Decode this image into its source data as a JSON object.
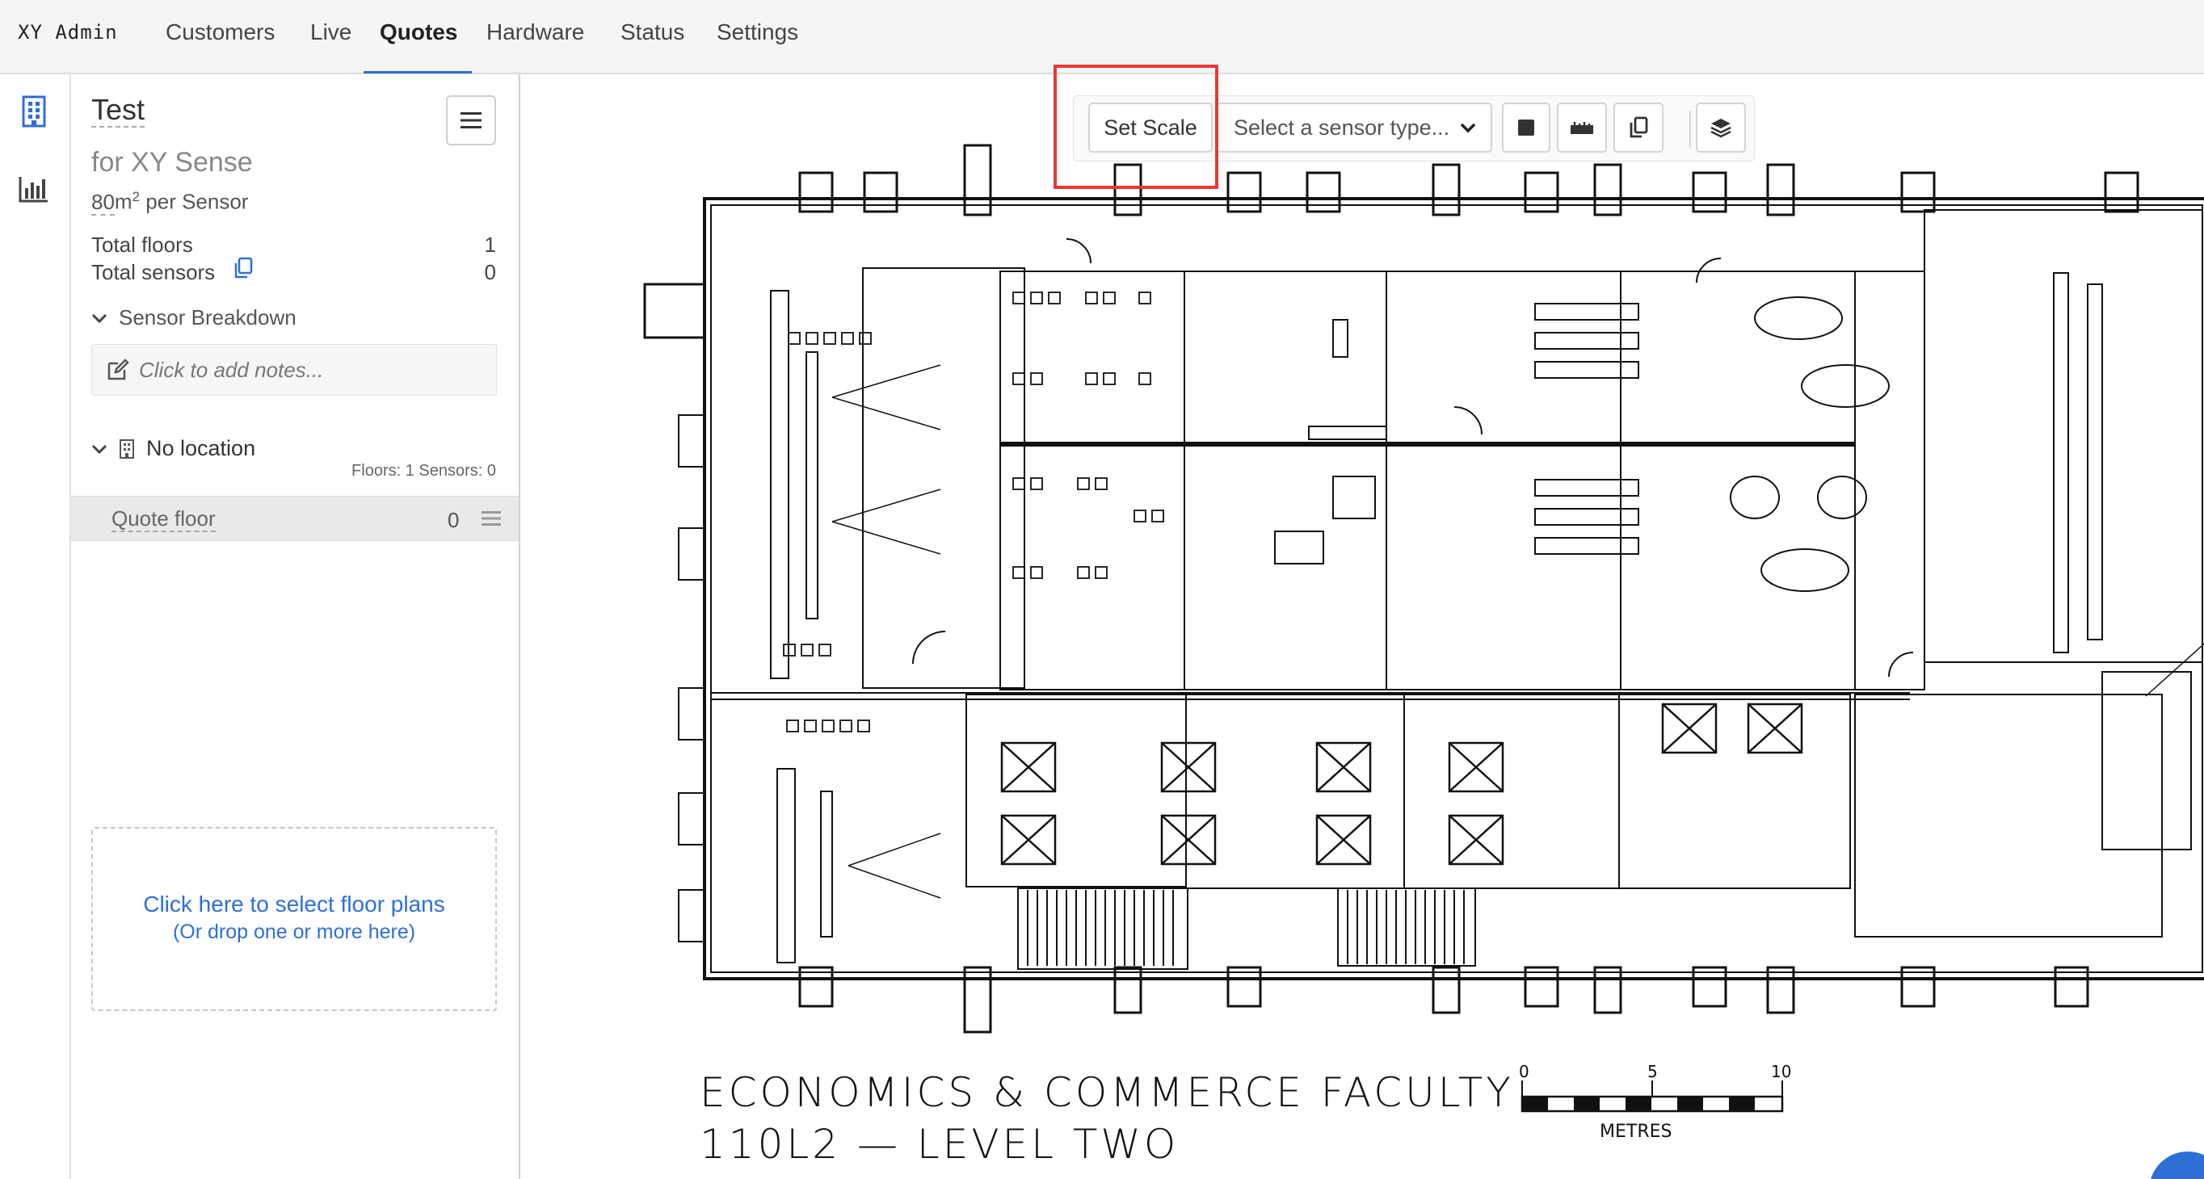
{
  "app": {
    "brand": "XY Admin"
  },
  "nav": {
    "items": [
      {
        "label": "Customers",
        "active": false
      },
      {
        "label": "Live",
        "active": false
      },
      {
        "label": "Quotes",
        "active": true
      },
      {
        "label": "Hardware",
        "active": false
      },
      {
        "label": "Status",
        "active": false
      },
      {
        "label": "Settings",
        "active": false
      }
    ]
  },
  "rail": {
    "icons": [
      "building-icon",
      "bar-chart-icon"
    ]
  },
  "quote": {
    "title": "Test",
    "for_company": "for XY Sense",
    "density_value": "80",
    "density_unit": "m",
    "density_power": "2",
    "density_suffix": " per Sensor",
    "total_floors_label": "Total floors",
    "total_floors_value": "1",
    "total_sensors_label": "Total sensors",
    "total_sensors_value": "0",
    "breakdown_label": "Sensor Breakdown",
    "notes_placeholder": "Click to add notes...",
    "location_label": "No location",
    "location_meta": "Floors: 1 Sensors: 0",
    "floors": [
      {
        "name": "Quote floor",
        "sensors": "0"
      }
    ],
    "dropzone_primary": "Click here to select floor plans",
    "dropzone_secondary": "(Or drop one or more here)"
  },
  "toolbar": {
    "set_scale_label": "Set Scale",
    "sensor_type_placeholder": "Select a sensor type...",
    "tools": [
      "square-tool-icon",
      "ruler-icon",
      "copy-icon",
      "layers-icon"
    ]
  },
  "floor_plan": {
    "title_line1": "ECONOMICS & COMMERCE FACULTY",
    "title_line2": "110L2 — LEVEL TWO",
    "scale_ticks": [
      "0",
      "5",
      "10"
    ],
    "scale_unit": "METRES"
  },
  "colors": {
    "accent": "#2e6fd6",
    "highlight": "#e53935",
    "nav_bg": "#f5f5f5",
    "floor_row_bg": "#e9e9e9"
  }
}
